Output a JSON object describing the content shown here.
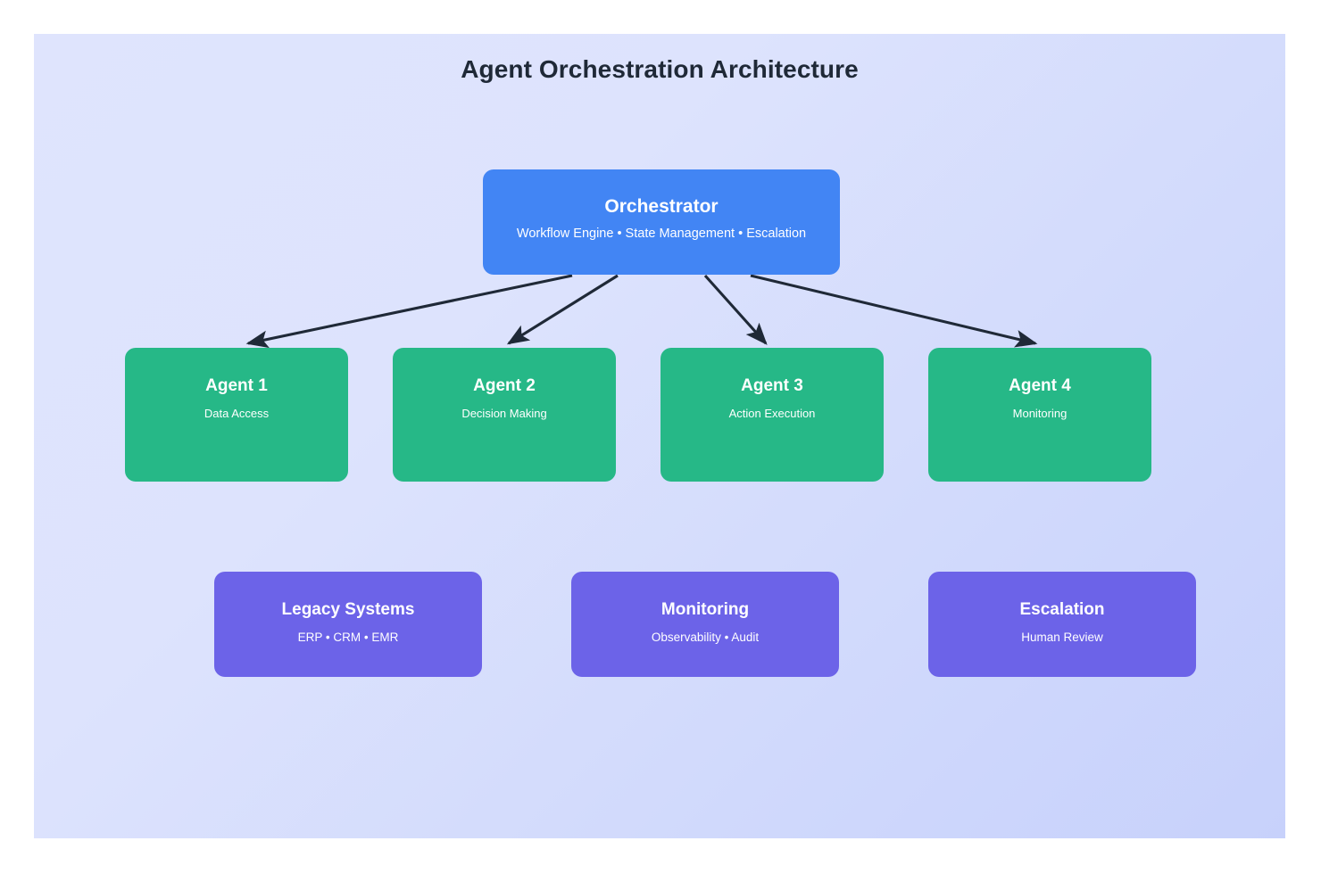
{
  "diagram": {
    "title": "Agent Orchestration Architecture",
    "background_gradient_from": "#dfe4fd",
    "background_gradient_to": "#c7d1fb",
    "edge_color": "#1f2937",
    "page_background": "#ffffff"
  },
  "orchestrator": {
    "title": "Orchestrator",
    "subtitle": "Workflow Engine • State Management • Escalation",
    "color": "#4285f4"
  },
  "agents": {
    "color": "#26b887",
    "items": [
      {
        "title": "Agent 1",
        "subtitle": "Data Access"
      },
      {
        "title": "Agent 2",
        "subtitle": "Decision Making"
      },
      {
        "title": "Agent 3",
        "subtitle": "Action Execution"
      },
      {
        "title": "Agent 4",
        "subtitle": "Monitoring"
      }
    ]
  },
  "support": {
    "color": "#6c63e8",
    "items": [
      {
        "title": "Legacy Systems",
        "subtitle": "ERP • CRM • EMR"
      },
      {
        "title": "Monitoring",
        "subtitle": "Observability • Audit"
      },
      {
        "title": "Escalation",
        "subtitle": "Human Review"
      }
    ]
  },
  "edges": [
    {
      "from": "orchestrator",
      "to": "agent-1"
    },
    {
      "from": "orchestrator",
      "to": "agent-2"
    },
    {
      "from": "orchestrator",
      "to": "agent-3"
    },
    {
      "from": "orchestrator",
      "to": "agent-4"
    }
  ]
}
